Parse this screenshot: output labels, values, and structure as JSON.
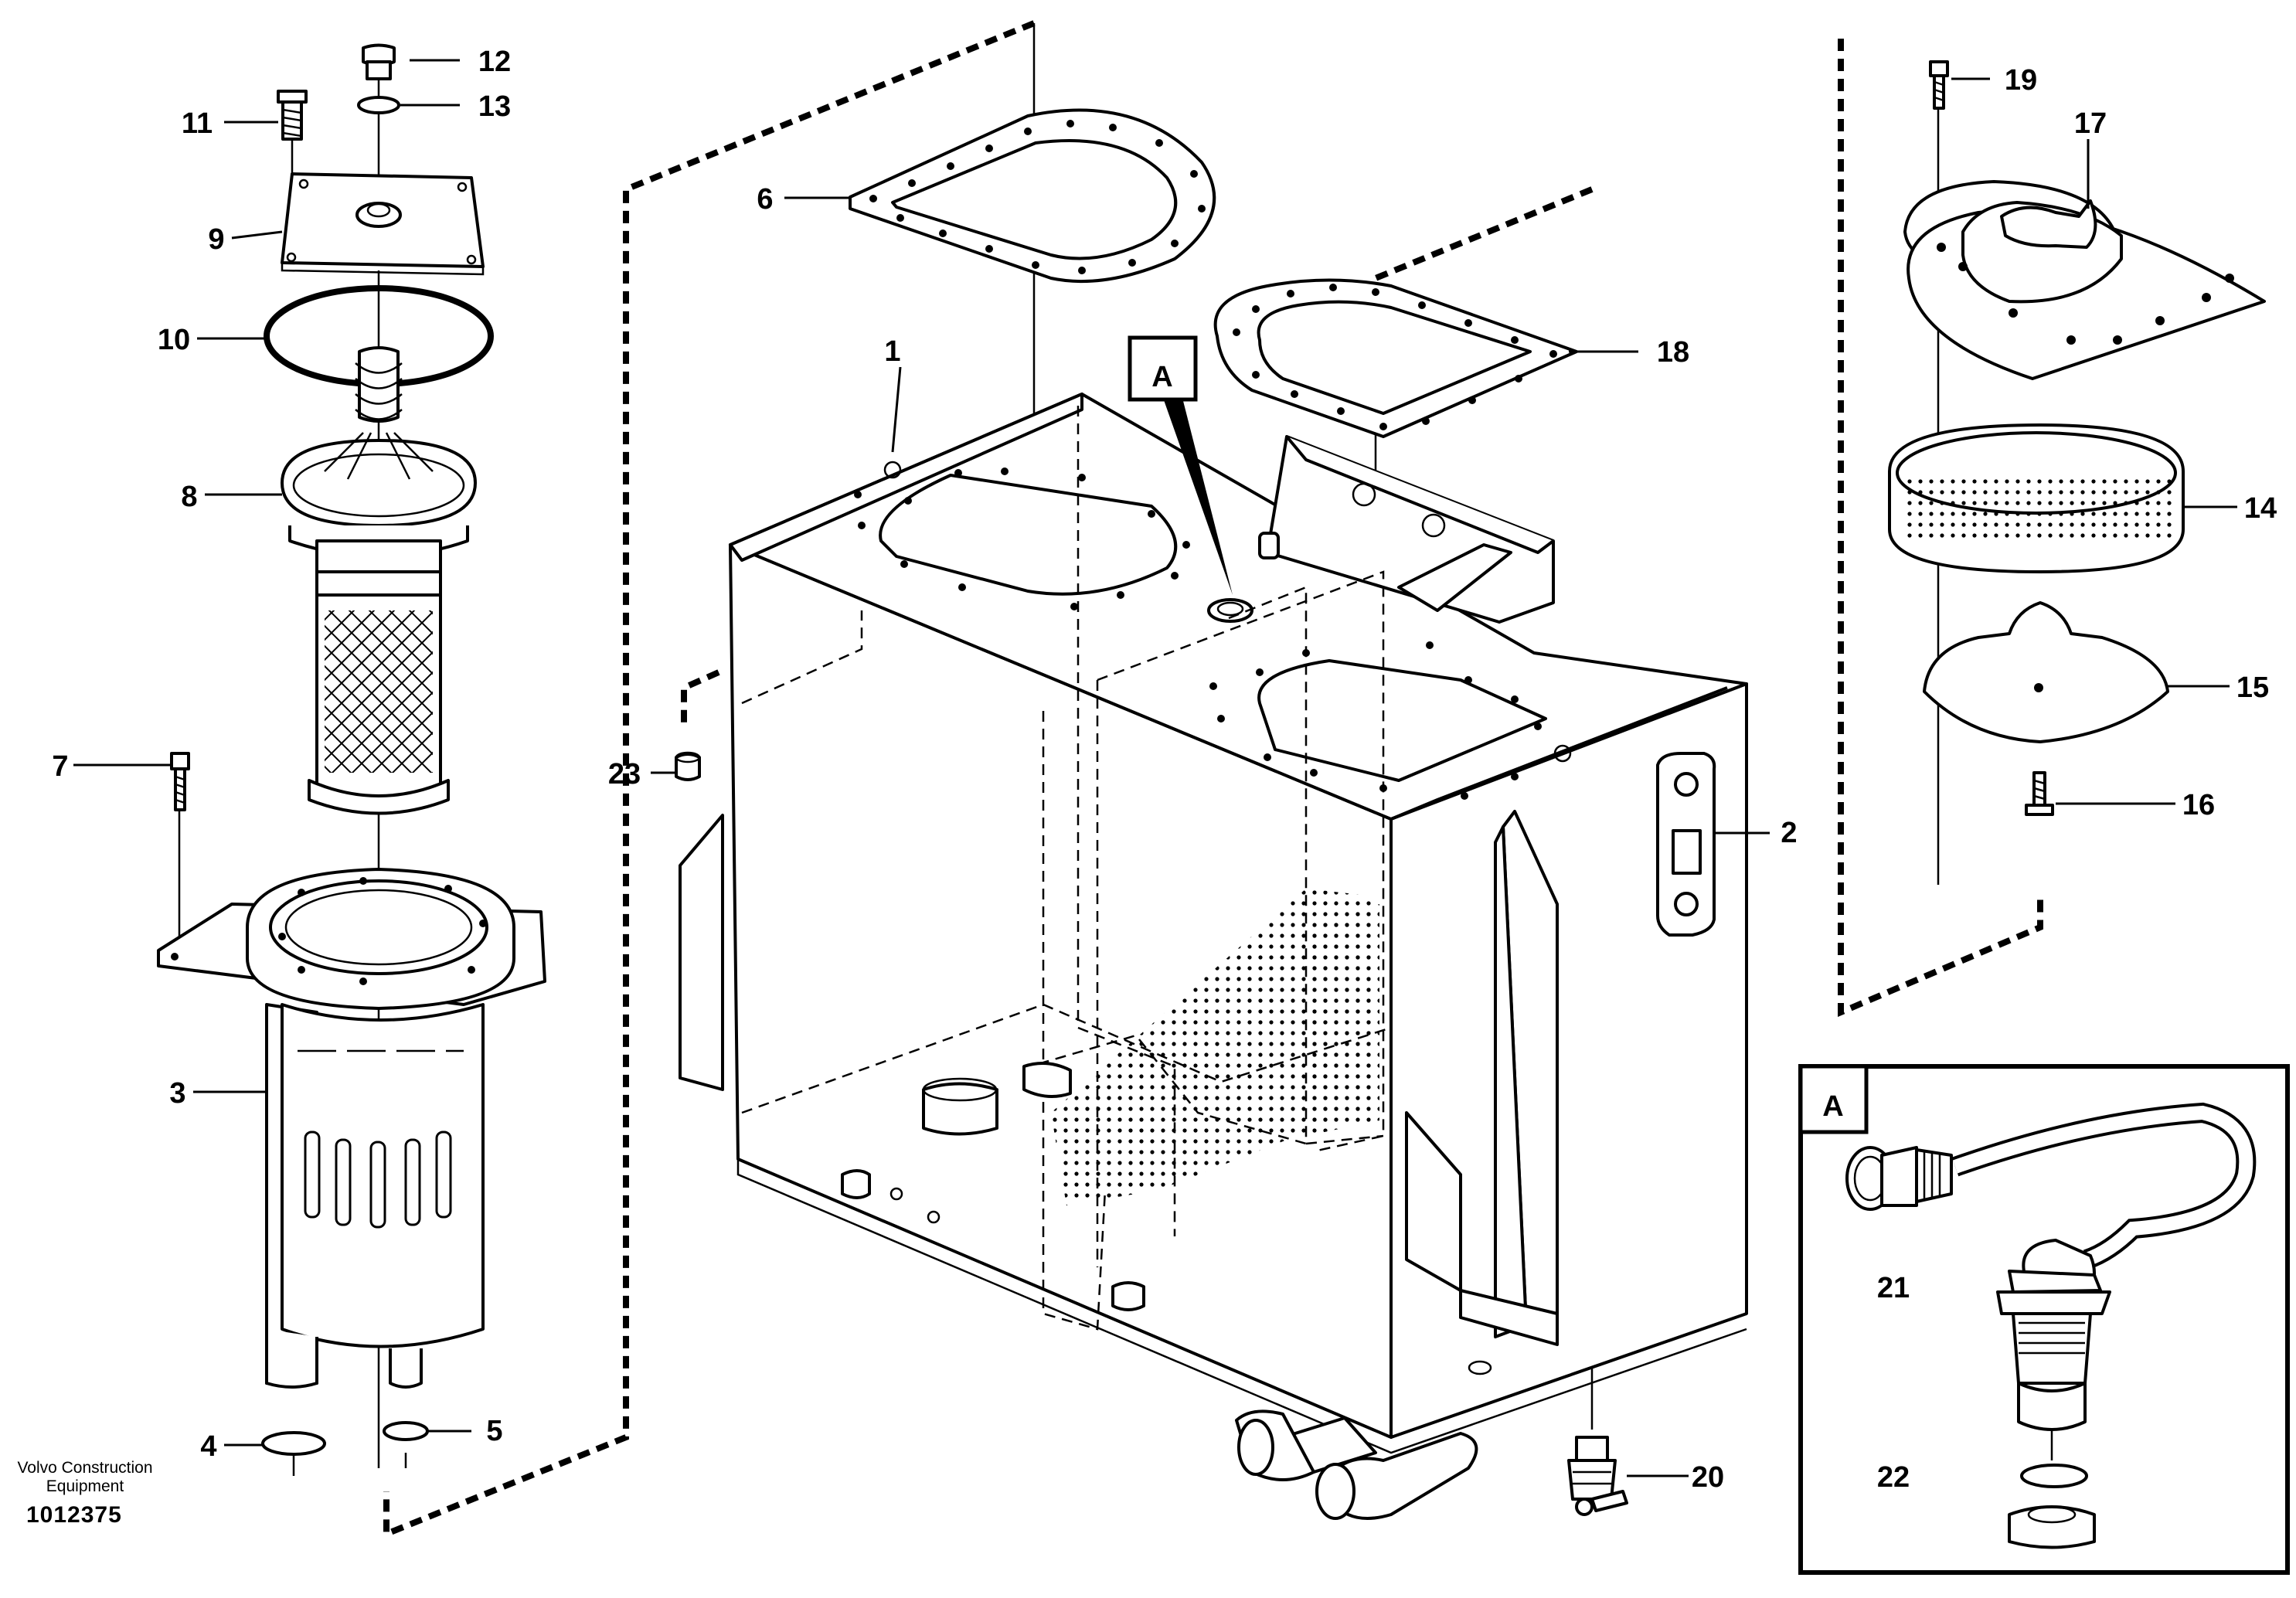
{
  "drawing": {
    "publisher_line1": "Volvo Construction",
    "publisher_line2": "Equipment",
    "document_number": "1012375",
    "detail_view_label": "A",
    "detail_pointer_label": "A"
  },
  "callouts": {
    "c1": "1",
    "c2": "2",
    "c3": "3",
    "c4": "4",
    "c5": "5",
    "c6": "6",
    "c7": "7",
    "c8": "8",
    "c9": "9",
    "c10": "10",
    "c11": "11",
    "c12": "12",
    "c13": "13",
    "c14": "14",
    "c15": "15",
    "c16": "16",
    "c17": "17",
    "c18": "18",
    "c19": "19",
    "c20": "20",
    "c21": "21",
    "c22": "22",
    "c23": "23"
  }
}
